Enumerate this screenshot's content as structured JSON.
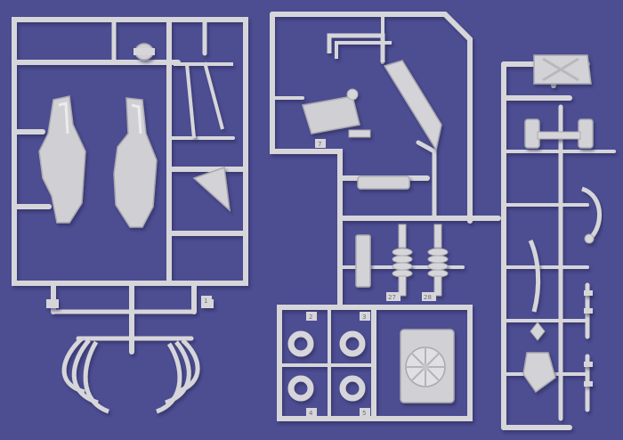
{
  "image": {
    "kind": "photograph",
    "subject": "grey plastic model kit sprue trees on a purple-blue backdrop",
    "colors": {
      "background": "#4d4d92",
      "plastic": "#d6d6da",
      "plastic_shadow": "#a9a9b0",
      "plastic_highlight": "#ececef"
    }
  },
  "part_numbers": [
    "7",
    "1",
    "27",
    "28",
    "2",
    "3",
    "4",
    "5"
  ]
}
